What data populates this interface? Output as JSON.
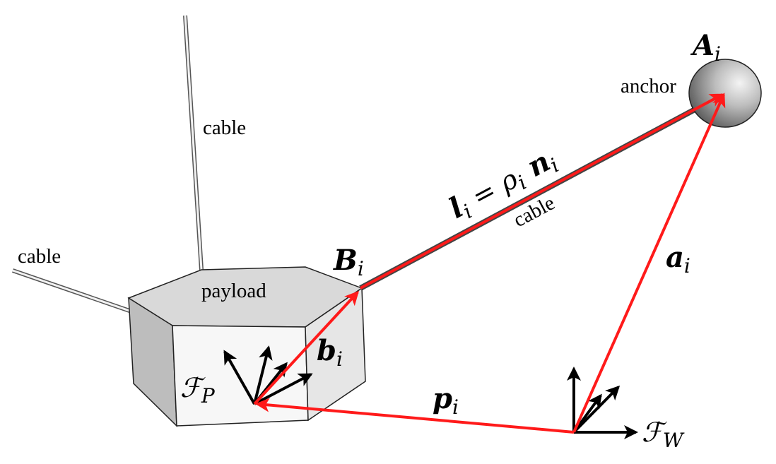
{
  "labels": {
    "cable_top": "cable",
    "cable_left": "cable",
    "cable_main": "cable",
    "payload": "payload",
    "anchor": "anchor"
  },
  "symbols": {
    "A": "A",
    "A_sub": "i",
    "B": "B",
    "B_sub": "i",
    "a": "a",
    "a_sub": "i",
    "b": "b",
    "b_sub": "i",
    "p": "p",
    "p_sub": "i",
    "l_eq": "l",
    "l_sub": "i",
    "eq": " = ρ",
    "rho_sub": "i",
    "n": " n",
    "n_sub": "i",
    "FP": "ℱ",
    "FP_sub": "P",
    "FW": "ℱ",
    "FW_sub": "W"
  },
  "colors": {
    "vector": "#ff1a1a",
    "frame": "#000000",
    "payload_top": "#d9d9d9",
    "payload_left": "#bdbdbd",
    "payload_front": "#f7f7f7",
    "cable_stroke": "#555555"
  }
}
